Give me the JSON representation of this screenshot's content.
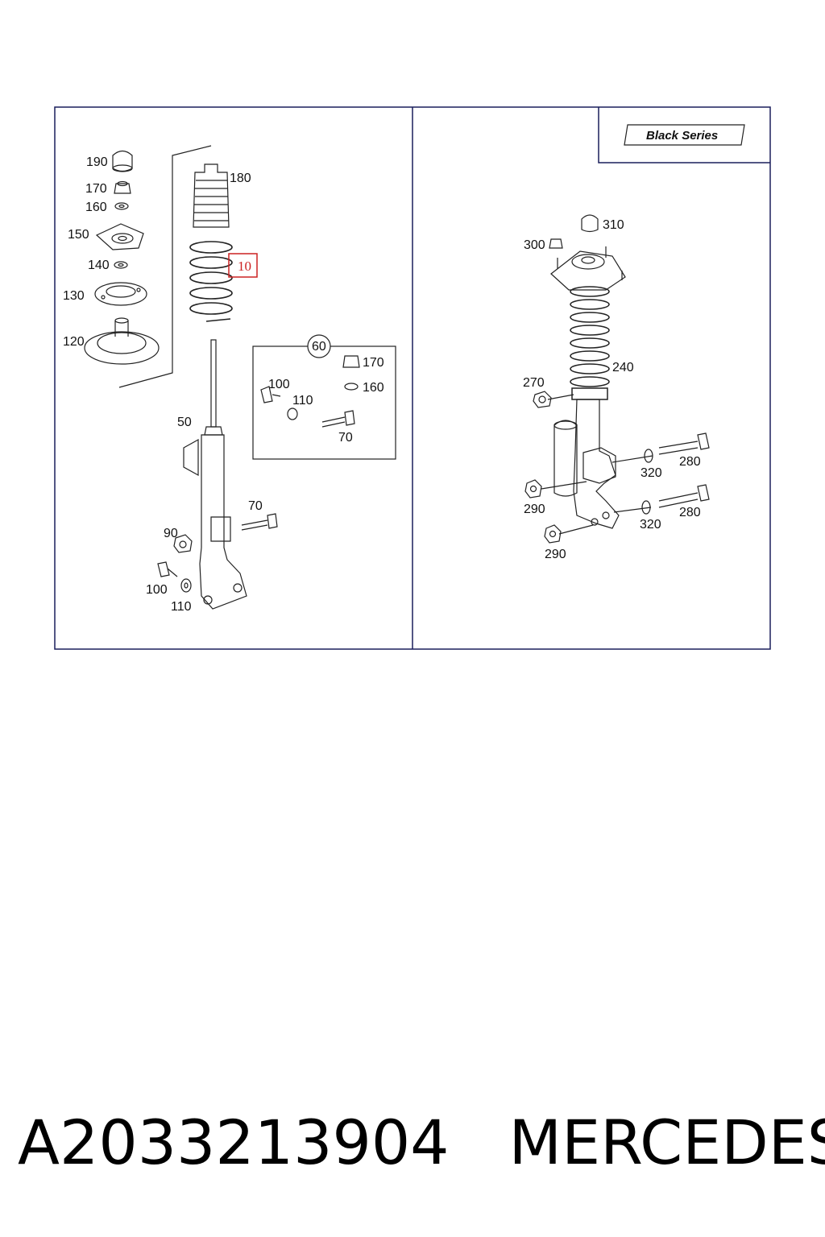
{
  "left_panel": {
    "labels": [
      "190",
      "170",
      "160",
      "150",
      "140",
      "130",
      "120",
      "180",
      "10",
      "50",
      "90",
      "70",
      "100",
      "110"
    ],
    "kit": {
      "badge": "60",
      "labels": [
        "170",
        "160",
        "100",
        "110",
        "70"
      ]
    }
  },
  "right_panel": {
    "badge_text": "Black Series",
    "labels": [
      "310",
      "300",
      "240",
      "270",
      "320",
      "280",
      "290",
      "320",
      "280",
      "290"
    ]
  },
  "highlighted_part": "10",
  "footer": {
    "part_number": "A2033213904",
    "brand": "MERCEDES"
  },
  "colors": {
    "frame": "#1a1f5c",
    "highlight": "#cc2222",
    "line": "#222222"
  }
}
